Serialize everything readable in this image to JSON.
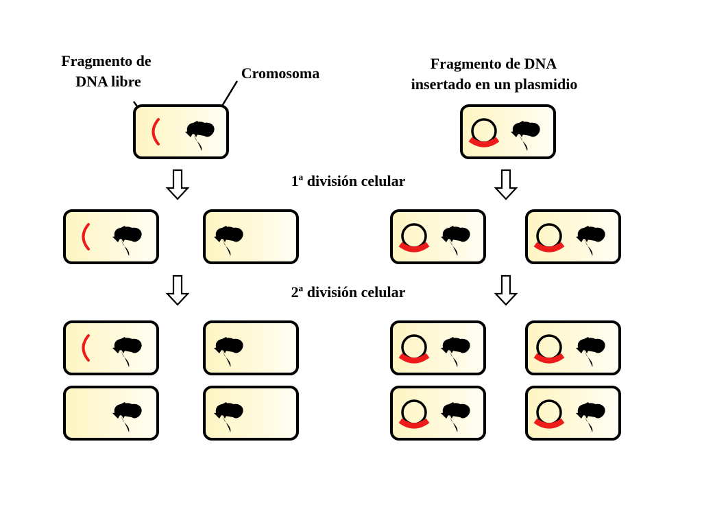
{
  "labels": {
    "free_fragment_line1": "Fragmento de",
    "free_fragment_line2": "DNA libre",
    "chromosome": "Cromosoma",
    "plasmid_line1": "Fragmento de DNA",
    "plasmid_line2": "insertado en un plasmidio",
    "division1": "1ª división celular",
    "division2": "2ª división celular"
  },
  "colors": {
    "cell_fill": "#fff8cc",
    "cell_outline": "#000000",
    "dna_fragment": "#ee1b1b",
    "chromosome": "#000000"
  },
  "icons": {
    "cell": "cell-icon",
    "chromosome": "chromosome-icon",
    "free_fragment": "free-dna-fragment-icon",
    "plasmid": "plasmid-icon",
    "arrow": "down-arrow-icon"
  },
  "generations": [
    {
      "stage": "parent",
      "free_dna_branch": [
        {
          "has_free_fragment": true
        }
      ],
      "plasmid_branch": [
        {
          "has_plasmid": true
        }
      ]
    },
    {
      "stage": "after_1st_division",
      "free_dna_branch": [
        {
          "has_free_fragment": true
        },
        {
          "has_free_fragment": false
        }
      ],
      "plasmid_branch": [
        {
          "has_plasmid": true
        },
        {
          "has_plasmid": true
        }
      ]
    },
    {
      "stage": "after_2nd_division",
      "free_dna_branch": [
        {
          "has_free_fragment": true
        },
        {
          "has_free_fragment": false
        },
        {
          "has_free_fragment": false
        },
        {
          "has_free_fragment": false
        }
      ],
      "plasmid_branch": [
        {
          "has_plasmid": true
        },
        {
          "has_plasmid": true
        },
        {
          "has_plasmid": true
        },
        {
          "has_plasmid": true
        }
      ]
    }
  ]
}
